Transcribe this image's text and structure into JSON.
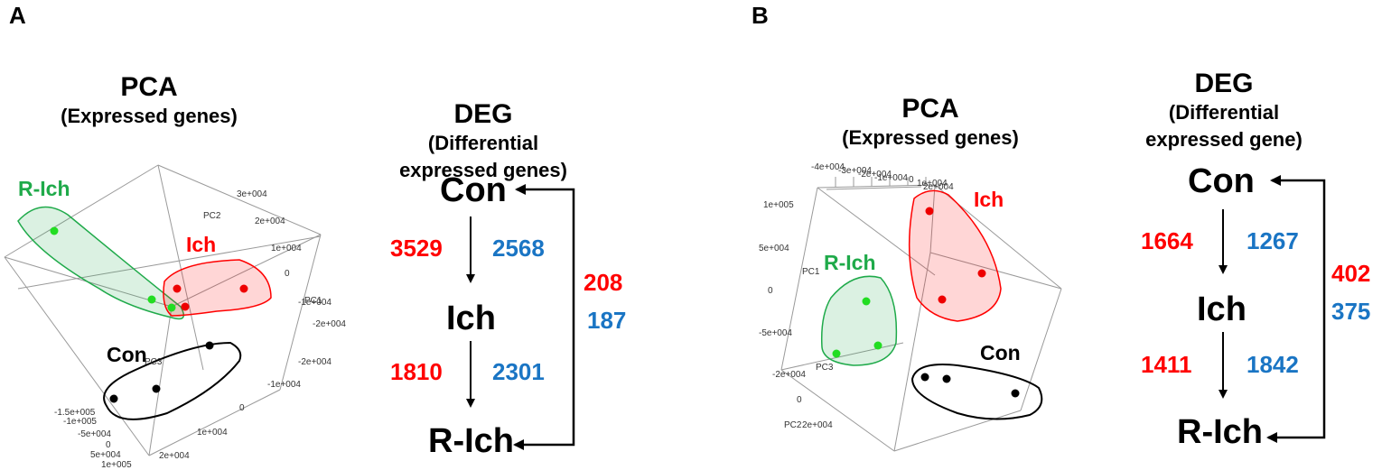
{
  "panel_a": {
    "letter": "A",
    "pca": {
      "title": "PCA",
      "subtitle": "(Expressed genes)",
      "group_r_ich": "R-Ich",
      "group_ich": "Ich",
      "group_con": "Con",
      "axis_pc1": "PC1",
      "axis_pc2": "PC2",
      "axis_pc3": "PC3",
      "ticks": [
        "3e+004",
        "2e+004",
        "1e+004",
        "0",
        "-1e+004",
        "-2e+004",
        "-2e+004",
        "-1e+004",
        "0",
        "1e+004",
        "2e+004",
        "-1.5e+005",
        "-1e+005",
        "-5e+004",
        "0",
        "5e+004",
        "1e+005"
      ],
      "colors": {
        "r_ich": "#1faa4a",
        "ich": "#ff0000",
        "con": "#000000"
      }
    },
    "deg": {
      "title": "DEG",
      "subtitle_line1": "(Differential",
      "subtitle_line2": "expressed genes)",
      "node_top": "Con",
      "node_mid": "Ich",
      "node_bottom": "R-Ich",
      "con_ich_up": "3529",
      "con_ich_down": "2568",
      "ich_rich_up": "1810",
      "ich_rich_down": "2301",
      "con_rich_up": "208",
      "con_rich_down": "187"
    }
  },
  "panel_b": {
    "letter": "B",
    "pca": {
      "title": "PCA",
      "subtitle": "(Expressed genes)",
      "group_r_ich": "R-Ich",
      "group_ich": "Ich",
      "group_con": "Con",
      "axis_pc1": "PC1",
      "axis_pc2": "PC2",
      "axis_pc3": "PC3",
      "ticks_top": [
        "-4e+004",
        "-3e+004",
        "-2e+004",
        "-1e+004",
        "0",
        "1e+004",
        "2e+004"
      ],
      "ticks_left": [
        "1e+005",
        "5e+004",
        "0",
        "-5e+004"
      ],
      "ticks_bottom": [
        "-2e+004",
        "0",
        "2e+004"
      ],
      "colors": {
        "r_ich": "#1faa4a",
        "ich": "#ff0000",
        "con": "#000000"
      }
    },
    "deg": {
      "title": "DEG",
      "subtitle_line1": "(Differential",
      "subtitle_line2": "expressed gene)",
      "node_top": "Con",
      "node_mid": "Ich",
      "node_bottom": "R-Ich",
      "con_ich_up": "1664",
      "con_ich_down": "1267",
      "ich_rich_up": "1411",
      "ich_rich_down": "1842",
      "con_rich_up": "402",
      "con_rich_down": "375"
    }
  }
}
